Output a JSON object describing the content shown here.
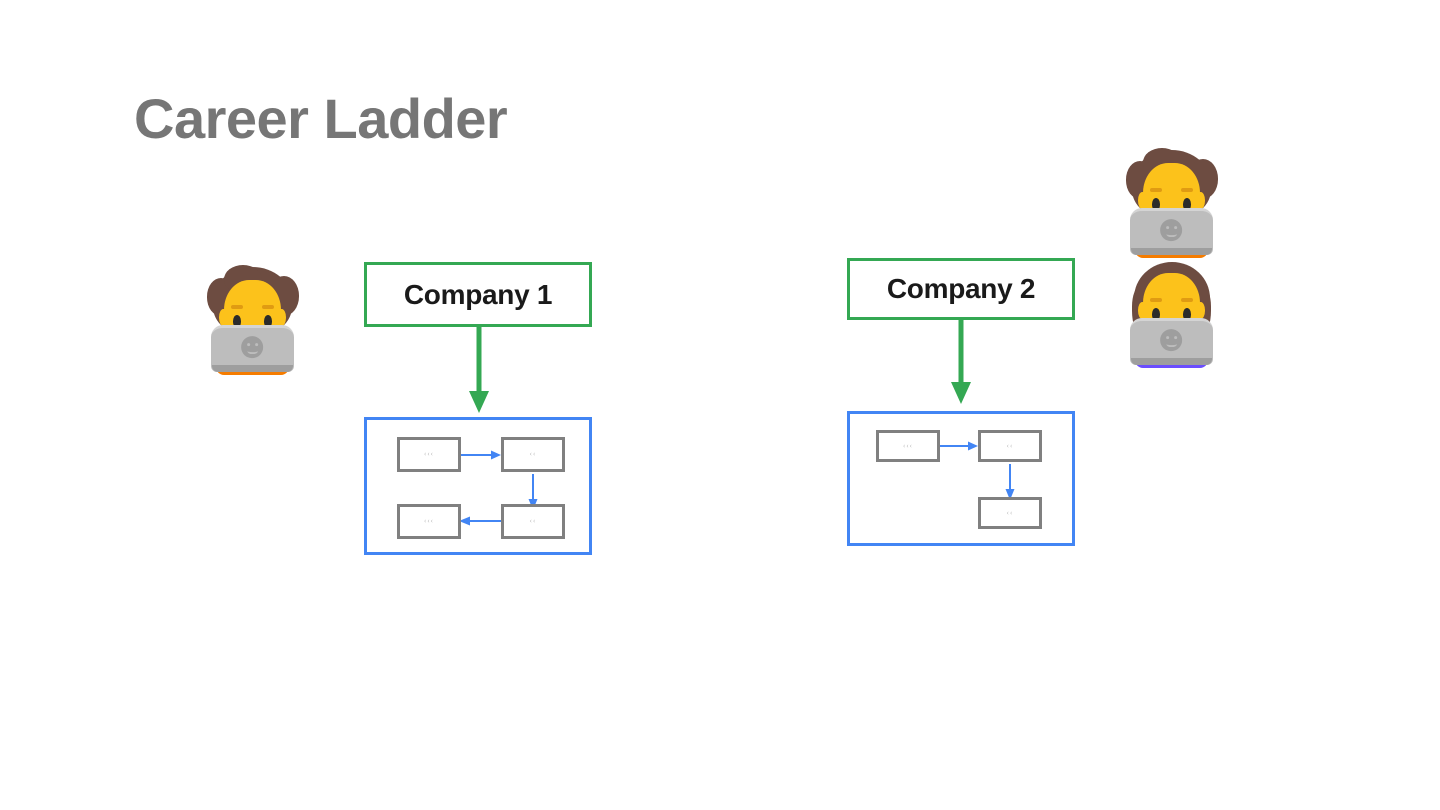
{
  "slide": {
    "title": "Career Ladder",
    "background_color": "#ffffff",
    "title_color": "#767676"
  },
  "colors": {
    "company_border_green": "#34A853",
    "flow_container_blue": "#4285F4",
    "node_border_gray": "#808080",
    "arrow_blue": "#4285F4",
    "arrow_green": "#34A853",
    "title_gray": "#767676",
    "node_text": "#1a1a1a"
  },
  "groups": [
    {
      "id": "company-1",
      "company_label": "Company 1",
      "flow": {
        "nodes": [
          {
            "id": "c1-n1",
            "label": "‹‹‹"
          },
          {
            "id": "c1-n2",
            "label": "‹‹"
          },
          {
            "id": "c1-n3",
            "label": "‹‹"
          },
          {
            "id": "c1-n4",
            "label": "‹‹‹"
          }
        ],
        "edges": [
          {
            "from": "c1-n1",
            "to": "c1-n2",
            "direction": "right"
          },
          {
            "from": "c1-n2",
            "to": "c1-n3",
            "direction": "down"
          },
          {
            "from": "c1-n3",
            "to": "c1-n4",
            "direction": "left"
          }
        ]
      }
    },
    {
      "id": "company-2",
      "company_label": "Company 2",
      "flow": {
        "nodes": [
          {
            "id": "c2-n1",
            "label": "‹‹‹"
          },
          {
            "id": "c2-n2",
            "label": "‹‹"
          },
          {
            "id": "c2-n3",
            "label": "‹‹"
          }
        ],
        "edges": [
          {
            "from": "c2-n1",
            "to": "c2-n2",
            "direction": "right"
          },
          {
            "from": "c2-n2",
            "to": "c2-n3",
            "direction": "down"
          }
        ]
      }
    }
  ],
  "avatars": [
    {
      "id": "avatar-left",
      "icon": "technologist-emoji",
      "shirt_color": "#F57C00",
      "hair_style": "curly",
      "hair_color": "#6D4C41"
    },
    {
      "id": "avatar-right-top",
      "icon": "technologist-emoji",
      "shirt_color": "#F57C00",
      "hair_style": "curly",
      "hair_color": "#6D4C41"
    },
    {
      "id": "avatar-right-bottom",
      "icon": "woman-technologist-emoji",
      "shirt_color": "#6B4EFF",
      "hair_style": "straight",
      "hair_color": "#6D4C41"
    }
  ]
}
